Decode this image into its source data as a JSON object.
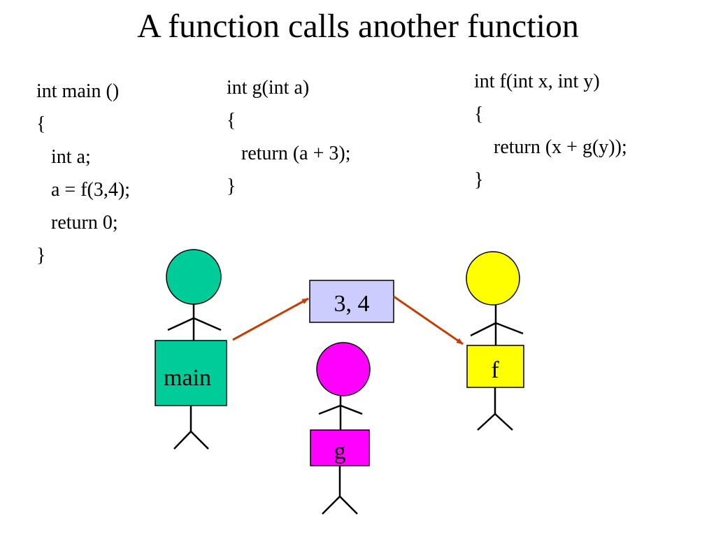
{
  "title": "A function calls another function",
  "code_blocks": {
    "main": [
      "int main ()",
      "{",
      "   int a;",
      "   a = f(3,4);",
      "   return 0;",
      "}"
    ],
    "g": [
      "int g(int a)",
      "{",
      "   return (a + 3);",
      "}"
    ],
    "f": [
      "int f(int x, int y)",
      "{",
      "    return (x + g(y));",
      "}"
    ]
  },
  "diagram": {
    "figures": [
      {
        "id": "main",
        "label": "main",
        "head_color": "#00cc99",
        "body_color": "#00cc99"
      },
      {
        "id": "g",
        "label": "g",
        "head_color": "#ff00ff",
        "body_color": "#ff00ff"
      },
      {
        "id": "f",
        "label": "f",
        "head_color": "#ffff00",
        "body_color": "#ffff00"
      }
    ],
    "message": {
      "label": "3, 4",
      "fill": "#ccccff"
    },
    "arrow_color": "#c0400a"
  }
}
